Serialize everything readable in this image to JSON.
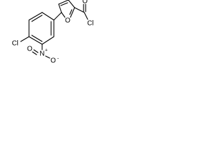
{
  "structure": {
    "labels": {
      "chloro_aryl": "Cl",
      "nitro_nitrogen": "N",
      "nitro_plus": "+",
      "nitro_oxygen_top": "O",
      "nitro_oxygen_minus": "-",
      "nitro_oxygen_bottom": "O",
      "furan_oxygen": "O",
      "carbonyl_oxygen": "O",
      "acyl_chloride": "Cl"
    }
  }
}
